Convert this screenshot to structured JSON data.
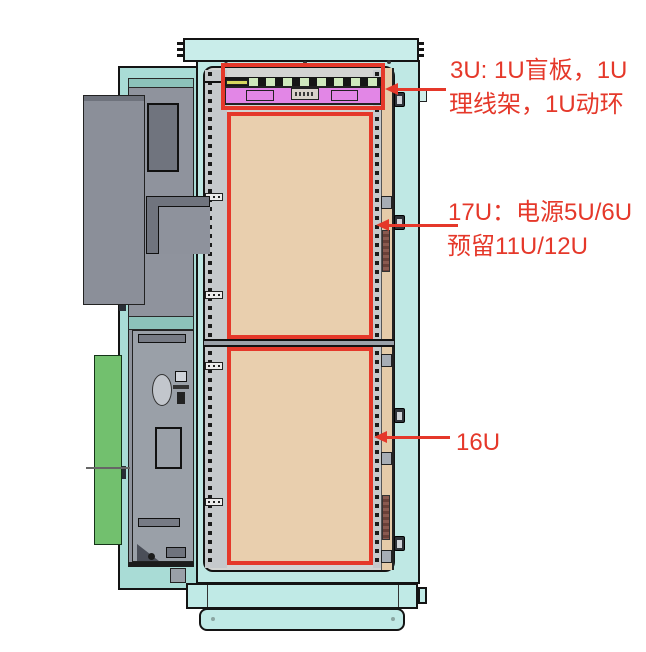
{
  "diagram": {
    "annotations": {
      "top": {
        "line1": "3U: 1U盲板，1U",
        "line2": "理线架，1U动环"
      },
      "middle": {
        "line1": "17U：电源5U/6U",
        "line2": "预留11U/12U"
      },
      "bottom": {
        "label": "16U"
      }
    },
    "colors": {
      "annotation_red": "#e5382a",
      "cabinet_teal": "#bfe8e4",
      "panel_tan": "#e9cfae",
      "monitor_pink": "#e286e6",
      "door_green": "#72c06e",
      "door_gray": "#8b8f99"
    }
  }
}
